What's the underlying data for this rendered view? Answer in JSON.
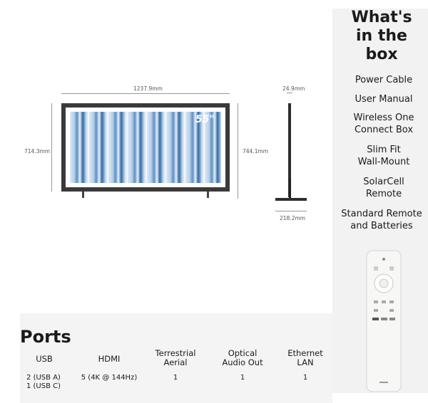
{
  "dimensions": {
    "width_label": "1237.9mm",
    "height_left_label": "714.3mm",
    "height_right_label": "744.1mm",
    "depth_top_label": "24.9mm",
    "depth_bottom_label": "218.2mm"
  },
  "tv": {
    "size_badge": "55\""
  },
  "box": {
    "title": "What's\nin the\nbox",
    "items": [
      "Power Cable",
      "User Manual",
      "Wireless One\nConnect Box",
      "Slim Fit\nWall-Mount",
      "SolarCell\nRemote",
      "Standard Remote\nand Batteries"
    ]
  },
  "ports": {
    "title": "Ports",
    "headers": [
      "USB",
      "HDMI",
      "Terrestrial\nAerial",
      "Optical\nAudio Out",
      "Ethernet\nLAN"
    ],
    "values": [
      "2 (USB A)\n1 (USB C)",
      "5 (4K @ 144Hz)",
      "1",
      "1",
      "1"
    ]
  }
}
